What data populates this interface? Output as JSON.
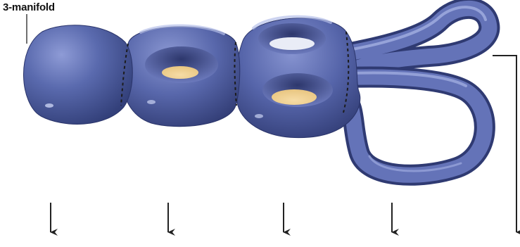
{
  "diagram": {
    "label": "3-manifold",
    "colors": {
      "surface": "#5a6aae",
      "surface_dark": "#36407a",
      "highlight": "#aab6e6",
      "hole_fill": "#f2d49a",
      "line": "#222222",
      "background": "#ffffff"
    },
    "pieces": [
      "sphere",
      "torus",
      "double-torus",
      "figure-eight-tube"
    ],
    "seam_style": "dashed",
    "arrows": 5
  }
}
